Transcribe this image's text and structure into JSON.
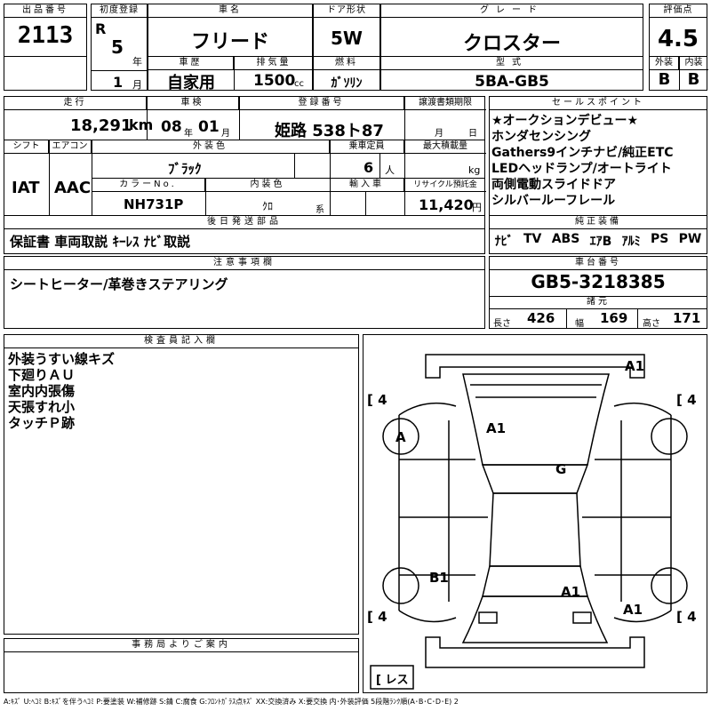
{
  "header": {
    "lot_no_label": "出品番号",
    "lot_no": "2113",
    "first_reg_label": "初度登録",
    "era": "R",
    "year": "5",
    "year_unit": "年",
    "month": "1",
    "month_unit": "月",
    "car_name_label": "車名",
    "car_name": "フリード",
    "door_label": "ドア形状",
    "door": "5W",
    "grade_label": "グレード",
    "grade": "クロスター",
    "score_label": "評価点",
    "score": "4.5",
    "exterior_label": "外装",
    "interior_label": "内装",
    "exterior_grade": "B",
    "interior_grade": "B",
    "history_label": "車歴",
    "history": "自家用",
    "displacement_label": "排気量",
    "displacement": "1500",
    "displacement_unit": "cc",
    "fuel_label": "燃料",
    "fuel": "ｶﾞｿﾘﾝ",
    "model_label": "型式",
    "model": "5BA-GB5"
  },
  "row2": {
    "mileage_label": "走行",
    "mileage": "18,291",
    "mileage_unit": "km",
    "inspection_label": "車検",
    "inspection_year": "08",
    "inspection_year_unit": "年",
    "inspection_month": "01",
    "inspection_month_unit": "月",
    "plate_label": "登録番号",
    "plate": "姫路 538ト87",
    "transfer_label": "譲渡書類期限",
    "transfer_month_unit": "月",
    "transfer_day_unit": "日"
  },
  "row3": {
    "shift_label": "シフト",
    "shift": "IAT",
    "ac_label": "エアコン",
    "ac": "AAC",
    "color_label": "外装色",
    "color": "ﾌﾞﾗｯｸ",
    "color_no_label": "カラーNo.",
    "color_no": "NH731P",
    "interior_color_label": "内装色",
    "interior_color": "ｸﾛ",
    "interior_color_suffix": "系",
    "capacity_label": "乗車定員",
    "capacity": "6",
    "capacity_unit": "人",
    "max_load_label": "最大積載量",
    "max_load_unit": "kg",
    "import_label": "輸入車",
    "recycle_label": "リサイクル預託金",
    "recycle": "11,420",
    "recycle_unit": "円"
  },
  "parts": {
    "label": "後日発送部品",
    "value": "保証書 車両取説 ｷｰﾚｽ ﾅﾋﾞ取説"
  },
  "sales_points": {
    "label": "セールスポイント",
    "lines": [
      "★オークションデビュー★",
      "ホンダセンシング",
      "Gathers9インチナビ/純正ETC",
      "LEDヘッドランプ/オートライト",
      "両側電動スライドドア",
      "シルバールーフレール"
    ]
  },
  "equipment": {
    "label": "純正装備",
    "items": [
      "ﾅﾋﾞ",
      "TV",
      "ABS",
      "ｴｱB",
      "ｱﾙﾐ",
      "PS",
      "PW"
    ]
  },
  "notes": {
    "label": "注意事項欄",
    "value": "シートヒーター/革巻きステアリング"
  },
  "chassis": {
    "label": "車台番号",
    "value": "GB5-3218385",
    "spec_label": "諸元",
    "length_label": "長さ",
    "length": "426",
    "width_label": "幅",
    "width": "169",
    "height_label": "高さ",
    "height": "171"
  },
  "inspector": {
    "label": "検査員記入欄",
    "lines": [
      "外装うすい線キズ",
      "下廻りＡＵ",
      "室内内張傷",
      "天張すれ小",
      "タッチＰ跡"
    ]
  },
  "diagram": {
    "tire_fl": "4",
    "tire_fr": "4",
    "tire_rl": "4",
    "tire_rr": "4",
    "spare": "レス",
    "marks": {
      "front_bumper": "A1",
      "hood": "A1",
      "left_fender": "A",
      "roof": "G",
      "left_rear_door": "B1",
      "rear_glass": "A1",
      "rear_bumper": "A1"
    }
  },
  "office": {
    "label": "事務局よりご案内"
  },
  "legend": "A:ｷｽﾞ U:ﾍｺﾐ B:ｷｽﾞを伴うﾍｺﾐ P:要塗装 W:補修跡 S:錆 C:腐食 G:ﾌﾛﾝﾄｶﾞﾗｽ点ｷｽﾞ XX:交換済み X:要交換 内･外装評価 5段階ﾗﾝｸ順(A･B･C･D･E) 2"
}
